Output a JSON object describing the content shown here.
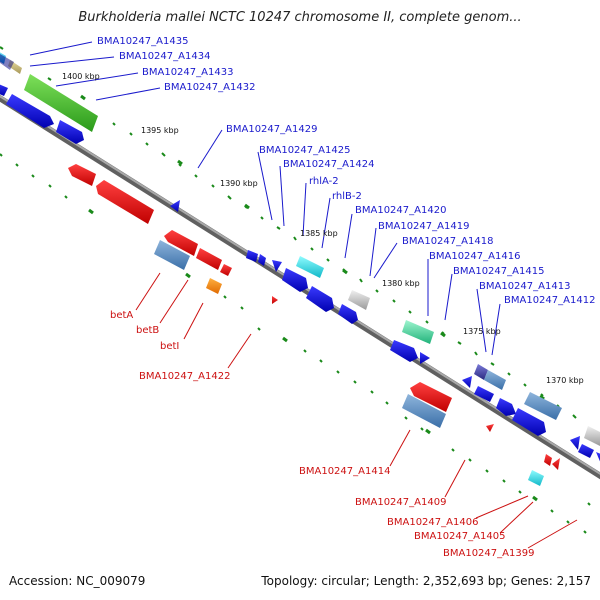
{
  "title": "Burkholderia mallei NCTC 10247 chromosome II, complete genom...",
  "footer": {
    "accession": "Accession: NC_009079",
    "summary": "Topology: circular; Length: 2,352,693 bp; Genes: 2,157"
  },
  "colors": {
    "backbone": "#808080",
    "forward_label": "#1a1acc",
    "reverse_label": "#cc1111",
    "tick": "#1a8a1a"
  },
  "ruler_labels": [
    "1400 kbp",
    "1395 kbp",
    "1390 kbp",
    "1385 kbp",
    "1380 kbp",
    "1375 kbp",
    "1370 kbp"
  ],
  "forward_gene_labels": [
    "BMA10247_A1435",
    "BMA10247_A1434",
    "BMA10247_A1433",
    "BMA10247_A1432",
    "BMA10247_A1429",
    "BMA10247_A1425",
    "BMA10247_A1424",
    "rhlA-2",
    "rhlB-2",
    "BMA10247_A1420",
    "BMA10247_A1419",
    "BMA10247_A1418",
    "BMA10247_A1416",
    "BMA10247_A1415",
    "BMA10247_A1413",
    "BMA10247_A1412"
  ],
  "reverse_gene_labels": [
    "betA",
    "betB",
    "betI",
    "BMA10247_A1422",
    "BMA10247_A1414",
    "BMA10247_A1409",
    "BMA10247_A1406",
    "BMA10247_A1405",
    "BMA10247_A1399"
  ]
}
